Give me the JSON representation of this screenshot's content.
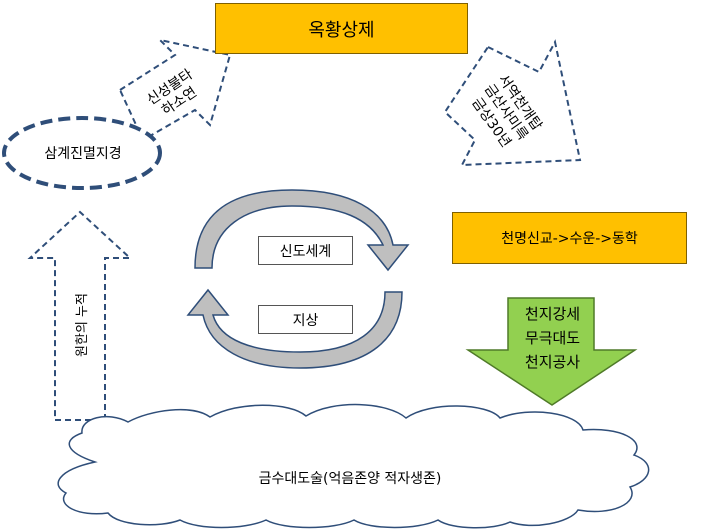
{
  "title": "옥황상제",
  "left_arrow_text": [
    "신성불타",
    "하소연"
  ],
  "right_arrow_text": [
    "서역천개탑",
    "금산사미륵",
    "금상30년"
  ],
  "oval_text": "삼계진멸지경",
  "left_up_arrow_text": "원한의 누적",
  "cycle_top": "신도세계",
  "cycle_bottom": "지상",
  "orange_box": "천명신교->수운->동학",
  "green_arrow_text": [
    "천지강세",
    "무극대도",
    "천지공사"
  ],
  "cloud_text": "금수대도술(억음존양 적자생존)",
  "colors": {
    "gold": "#FFC000",
    "blue_dash": "#2F4E79",
    "gray": "#BFBFBF",
    "green": "#92D050"
  }
}
